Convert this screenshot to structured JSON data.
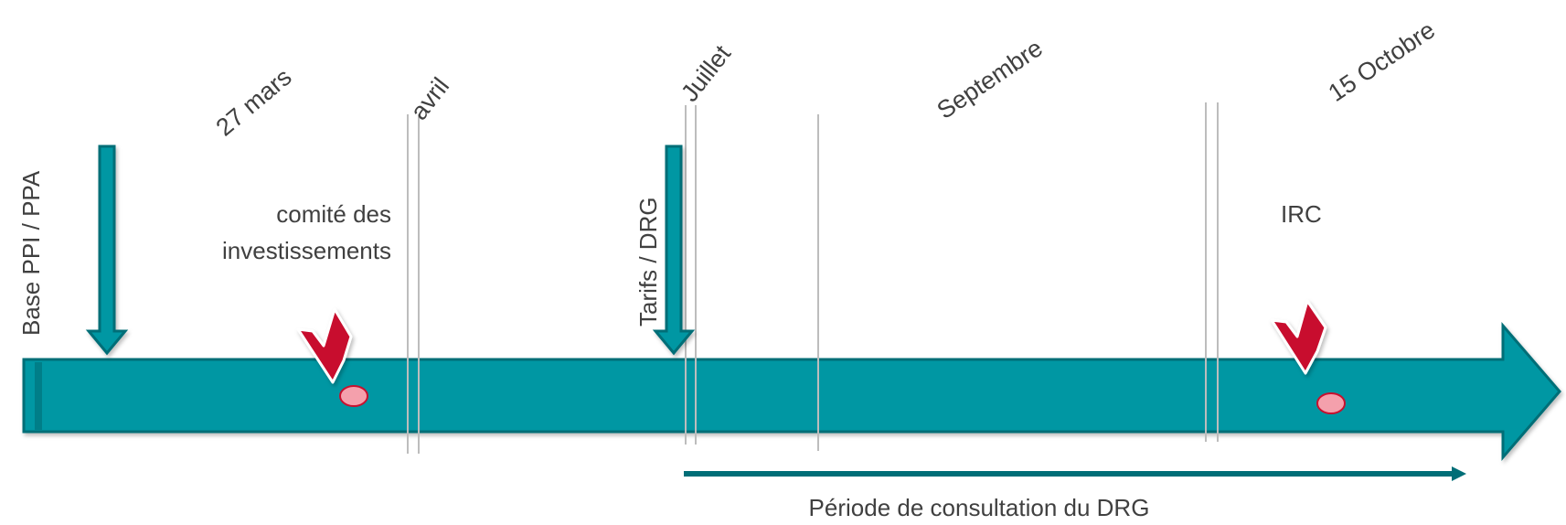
{
  "months": {
    "march_27": "27 mars",
    "april": "avril",
    "july": "Juillet",
    "september": "Septembre",
    "october_15": "15 Octobre"
  },
  "events": {
    "base_ppi_ppa": "Base PPI / PPA",
    "committee_line1": "comité des",
    "committee_line2": "investissements",
    "tarifs_drg": "Tarifs / DRG",
    "irc": "IRC"
  },
  "consultation_period": "Période de consultation du DRG",
  "colors": {
    "timeline_teal": "#0097A3",
    "timeline_border": "#006E77",
    "marker_red": "#C8102E",
    "milestone_dot": "#F4A0AC",
    "separator_gray": "#BDBDBD",
    "text": "#404040"
  }
}
